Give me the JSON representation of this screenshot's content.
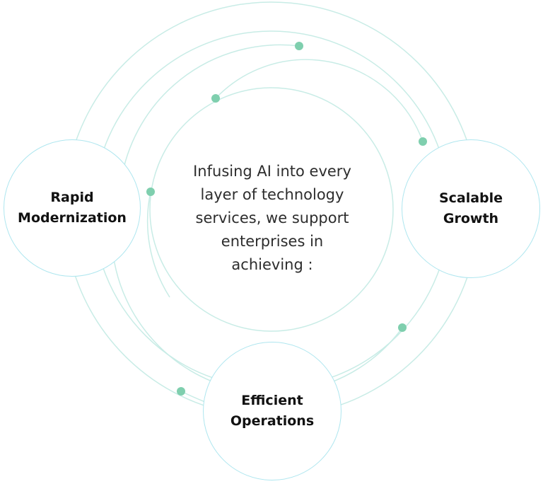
{
  "center": {
    "lines": [
      "Infusing AI into every",
      "layer of technology",
      "services, we support",
      "enterprises in",
      "achieving :"
    ]
  },
  "nodes": {
    "rapid": {
      "lines": [
        "Rapid",
        "Modernization"
      ]
    },
    "scalable": {
      "lines": [
        "Scalable",
        "Growth"
      ]
    },
    "efficient": {
      "lines": [
        "Efficient",
        "Operations"
      ]
    }
  },
  "colors": {
    "ring_stroke": "#bfe8e0",
    "node_border": "#aee6ef",
    "dot": "#7fcfae",
    "text": "#2d2d2d"
  }
}
